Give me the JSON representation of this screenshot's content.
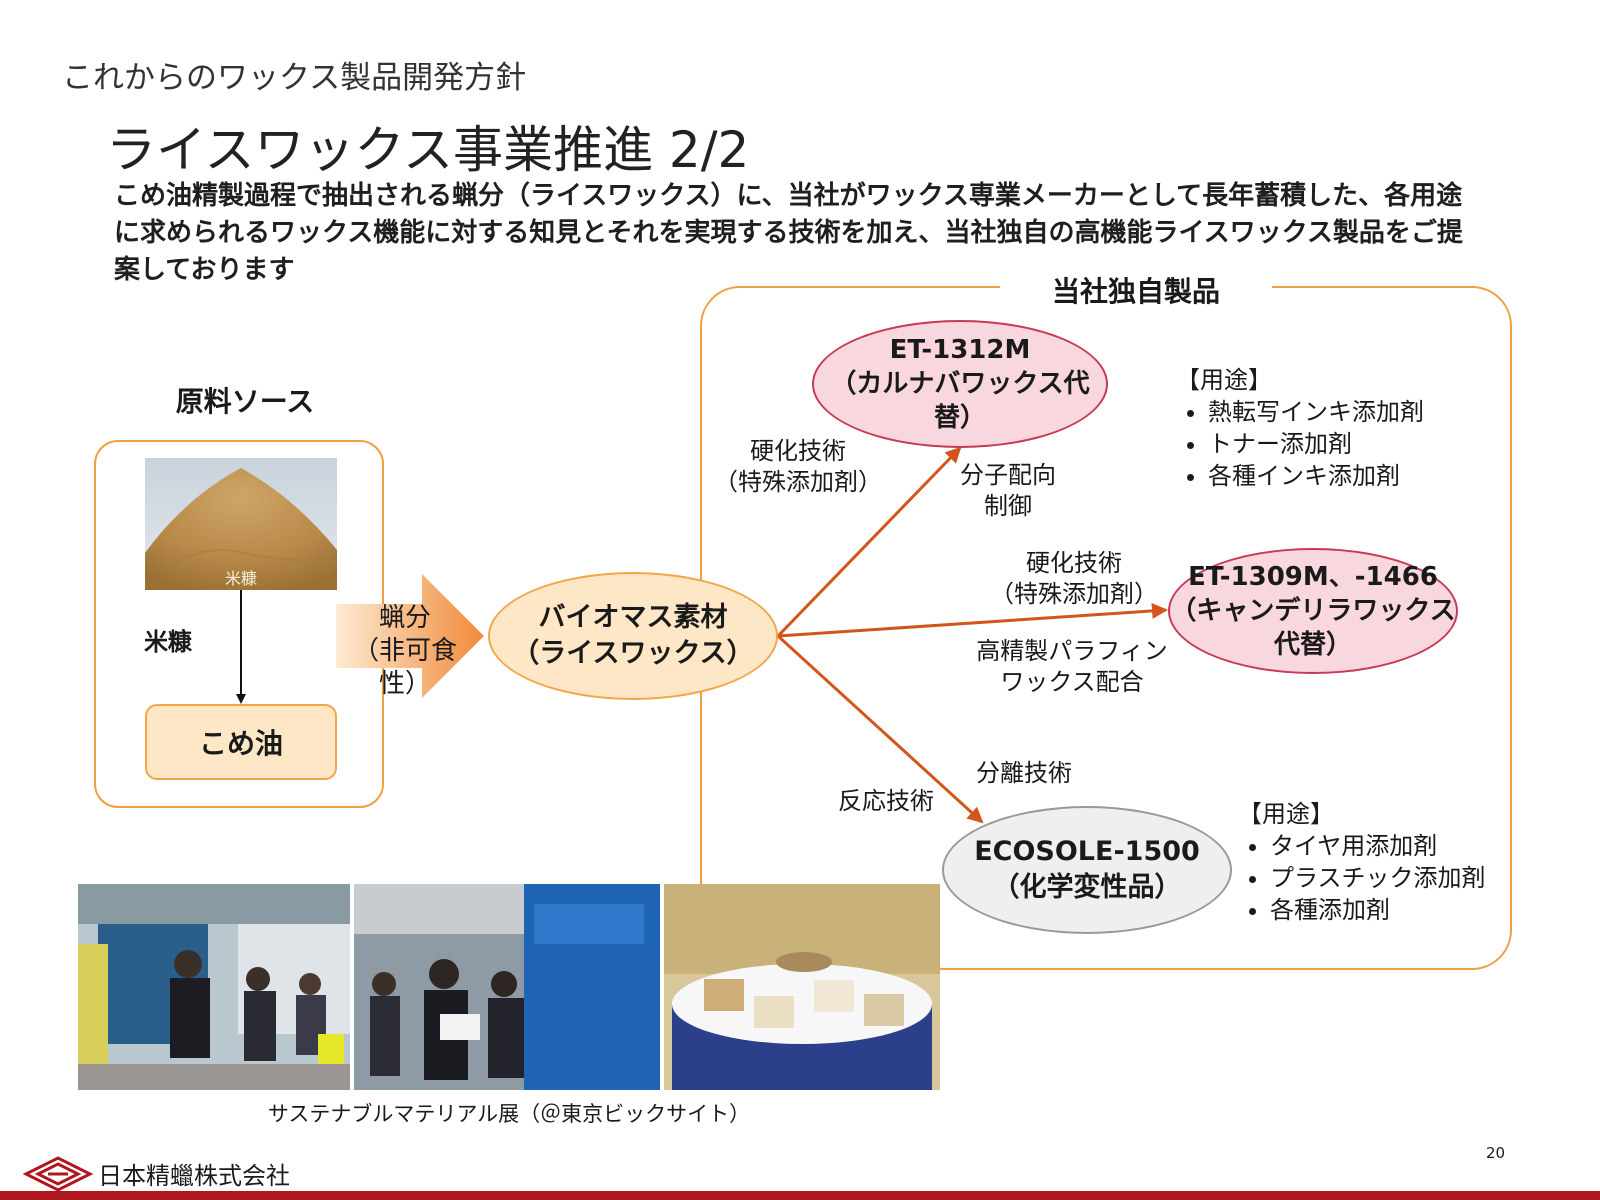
{
  "header": {
    "section_title": "これからのワックス製品開発方針",
    "slide_title": "ライスワックス事業推進 2/2",
    "intro": "こめ油精製過程で抽出される蝋分（ライスワックス）に、当社がワックス専業メーカーとして長年蓄積した、各用途に求められるワックス機能に対する知見とそれを実現する技術を加え、当社独自の高機能ライスワックス製品をご提案しております"
  },
  "source": {
    "title": "原料ソース",
    "photo_label": "米糠",
    "rice_bran": "米糠",
    "rice_oil": "こめ油"
  },
  "wax": {
    "line1": "蝋分",
    "line2": "（非可食性）"
  },
  "biomass": {
    "line1": "バイオマス素材",
    "line2": "（ライスワックス）"
  },
  "products_title": "当社独自製品",
  "products": {
    "et1312": {
      "name": "ET-1312M",
      "sub": "（カルナバワックス代替）"
    },
    "et1309": {
      "name": "ET-1309M、-1466",
      "sub": "（キャンデリラワックス代替）"
    },
    "ecosole": {
      "name": "ECOSOLE-1500",
      "sub": "（化学変性品）"
    }
  },
  "labels": {
    "hardening1_a": "硬化技術",
    "hardening1_b": "（特殊添加剤）",
    "molecular_a": "分子配向",
    "molecular_b": "制御",
    "hardening2_a": "硬化技術",
    "hardening2_b": "（特殊添加剤）",
    "paraffin_a": "高精製パラフィン",
    "paraffin_b": "ワックス配合",
    "separation": "分離技術",
    "reaction": "反応技術"
  },
  "usage1": {
    "title": "【用途】",
    "items": [
      "熱転写インキ添加剤",
      "トナー添加剤",
      "各種インキ添加剤"
    ]
  },
  "usage2": {
    "title": "【用途】",
    "items": [
      "タイヤ用添加剤",
      "プラスチック添加剤",
      "各種添加剤"
    ]
  },
  "photos": {
    "caption": "サステナブルマテリアル展（＠東京ビックサイト）"
  },
  "footer": {
    "company": "日本精蠟株式会社",
    "page": "20"
  },
  "colors": {
    "orange_frame": "#f0a042",
    "arrow": "#d2561b",
    "pink_fill": "#f8d7df",
    "pink_border": "#c83a55",
    "cream_fill": "#fde7c6",
    "brand_red": "#b0161e"
  }
}
